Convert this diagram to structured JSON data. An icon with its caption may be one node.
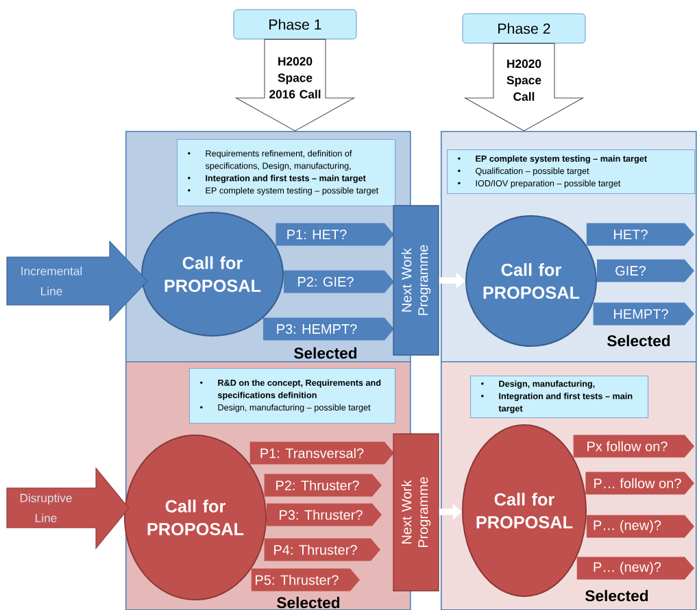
{
  "diagram": {
    "nodes": [
      {
        "text": [
          "Phase 1"
        ]
      },
      {
        "text": [
          "Phase 2"
        ]
      },
      {
        "text": [
          "Selected"
        ]
      },
      {
        "text": [
          "Requirements refinement, definition of specifications, Design, manufacturing,",
          "**Integration and first tests – main target**",
          "EP complete system testing – possible target"
        ],
        "in": 2
      },
      {
        "text": [
          "Call for PROPOSAL"
        ],
        "in": 2
      },
      {
        "text": [
          "P1: HET?"
        ],
        "in": 2
      },
      {
        "text": [
          "P2: GIE?"
        ],
        "in": 2
      },
      {
        "text": [
          "P3: HEMPT?"
        ],
        "in": 2
      },
      {
        "text": [
          "Next Work Programme"
        ]
      },
      {
        "text": [
          "Selected"
        ]
      },
      {
        "text": [
          "**EP complete system testing – main target**",
          "Qualification – possible target",
          "IOD/IOV preparation – possible target"
        ],
        "in": 9
      },
      {
        "text": [
          "Call for PROPOSAL"
        ],
        "in": 9
      },
      {
        "text": [
          "HET?"
        ],
        "in": 9
      },
      {
        "text": [
          "GIE?"
        ],
        "in": 9
      },
      {
        "text": [
          "HEMPT?"
        ],
        "in": 9
      },
      {
        "text": [
          "Incremental Line"
        ]
      },
      {
        "text": [
          "Selected"
        ]
      },
      {
        "text": [
          "**R&D on the concept, Requirements and specifications definition**",
          "Design, manufacturing – possible target"
        ],
        "in": 16
      },
      {
        "text": [
          "Call for PROPOSAL"
        ],
        "in": 16
      },
      {
        "text": [
          "P1: Transversal?"
        ],
        "in": 16
      },
      {
        "text": [
          "P2: Thruster?"
        ],
        "in": 16
      },
      {
        "text": [
          "P3: Thruster?"
        ],
        "in": 16
      },
      {
        "text": [
          "P4: Thruster?"
        ],
        "in": 16
      },
      {
        "text": [
          "P5: Thruster?"
        ],
        "in": 16
      },
      {
        "text": [
          "Next Work Programme"
        ]
      },
      {
        "text": [
          "Selected"
        ]
      },
      {
        "text": [
          "**Design, manufacturing,**",
          "**Integration and first tests – main target**"
        ],
        "in": 25
      },
      {
        "text": [
          "Call for PROPOSAL"
        ],
        "in": 25
      },
      {
        "text": [
          "Px follow on?"
        ],
        "in": 25
      },
      {
        "text": [
          "P… follow on?"
        ],
        "in": 25
      },
      {
        "text": [
          "P… (new)?"
        ],
        "in": 25
      },
      {
        "text": [
          "P… (new)?"
        ],
        "in": 25
      },
      {
        "text": [
          "Disruptive Line"
        ]
      }
    ],
    "edges": [
      {
        "from": 0,
        "to": 2,
        "arrow": "to",
        "label": "H2020 Space 2016 Call",
        "style": "thick"
      },
      {
        "from": 1,
        "to": 9,
        "arrow": "to",
        "label": "H2020 Space Call",
        "style": "thick"
      },
      {
        "from": 8,
        "to": 11,
        "arrow": "to"
      },
      {
        "from": 24,
        "to": 27,
        "arrow": "to"
      }
    ]
  }
}
